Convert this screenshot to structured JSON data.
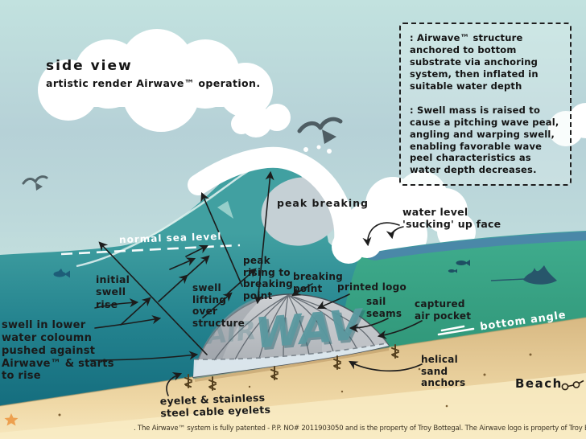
{
  "title_cloud": {
    "line1": "side view",
    "line2": "artistic render Airwave™ operation."
  },
  "info_box": {
    "para1": ": Airwave™ structure anchored to bottom substrate via anchoring system, then inflated in suitable water depth",
    "para2": ": Swell mass is raised to cause a pitching wave peal, angling and warping swell, enabling favorable wave peel characteristics as water depth decreases."
  },
  "labels": {
    "peak_breaking": "peak breaking",
    "water_level": "water level\n'sucking' up face",
    "normal_sea_level": "normal sea level",
    "initial_swell_rise": "initial\nswell\nrise",
    "swell_lifting": "swell\nlifting\nover\nstructure",
    "peak_rising": "peak\nrising to\nbreaking\npoint",
    "breaking_point": "breaking\npoint",
    "printed_logo": "printed logo",
    "sail_seams": "sail\nseams",
    "captured_air_pocket": "captured\nair pocket",
    "bottom_angle": "bottom angle",
    "helical_sand_anchors": "helical\nsand\nanchors",
    "beach": "Beach",
    "swell_lower_column": "swell in lower\nwater coloumn\npushed against\nAirwave™ & starts\nto rise",
    "eyelets": "eyelet & stainless\nsteel cable eyelets"
  },
  "dome": {
    "logo_text": "WAV",
    "logo_faint": "AIR"
  },
  "footer": {
    "text": ".   The Airwave™ system is fully patented - P.P. NO# 2011903050 and is the property of Troy Bottegal. The Airwave logo is property of Troy Bottegal. Copyright"
  },
  "colors": {
    "sky_top": "#c2e2df",
    "sea_teal": "#2f8f96",
    "sea_deep": "#11687b",
    "sea_green": "#3aa487",
    "surface_blue": "#4b84ab",
    "sand": "#dfc28f",
    "sand_light": "#f6e5ba",
    "dome_gray": "#b8bcc1",
    "logo_teal": "#4a8e98",
    "ink": "#1a1a1a"
  }
}
